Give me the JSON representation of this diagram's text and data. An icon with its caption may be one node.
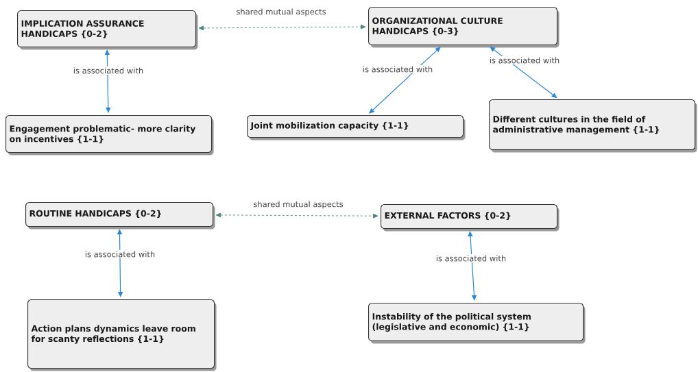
{
  "diagram": {
    "nodes": [
      {
        "text": [
          "IMPLICATION ASSURANCE HANDICAPS {0-2}"
        ]
      },
      {
        "text": [
          "ORGANIZATIONAL CULTURE HANDICAPS {0-3}"
        ]
      },
      {
        "text": [
          "Engagement problematic- more clarity on incentives {1-1}"
        ]
      },
      {
        "text": [
          "Joint mobilization capacity {1-1}"
        ]
      },
      {
        "text": [
          "Different cultures in the field of administrative management {1-1}"
        ]
      },
      {
        "text": [
          "ROUTINE HANDICAPS {0-2}"
        ]
      },
      {
        "text": [
          "EXTERNAL FACTORS {0-2}"
        ]
      },
      {
        "text": [
          "Action plans dynamics leave room for scanty reflections {1-1}"
        ]
      },
      {
        "text": [
          "Instability of the political system (legislative and economic) {1-1}"
        ]
      }
    ],
    "edges": [
      {
        "from": 0,
        "to": 1,
        "arrow": "both",
        "label": "shared mutual aspects",
        "style": "dashed",
        "color": "#4f8580"
      },
      {
        "from": 0,
        "to": 2,
        "arrow": "both",
        "label": "is associated with"
      },
      {
        "from": 1,
        "to": 3,
        "arrow": "both",
        "label": "is associated with"
      },
      {
        "from": 1,
        "to": 4,
        "arrow": "both",
        "label": "is associated with"
      },
      {
        "from": 5,
        "to": 6,
        "arrow": "both",
        "label": "shared mutual aspects",
        "style": "dashed",
        "color": "#4f8580"
      },
      {
        "from": 5,
        "to": 7,
        "arrow": "both",
        "label": "is associated with"
      },
      {
        "from": 6,
        "to": 8,
        "arrow": "both",
        "label": "is associated with"
      }
    ]
  }
}
